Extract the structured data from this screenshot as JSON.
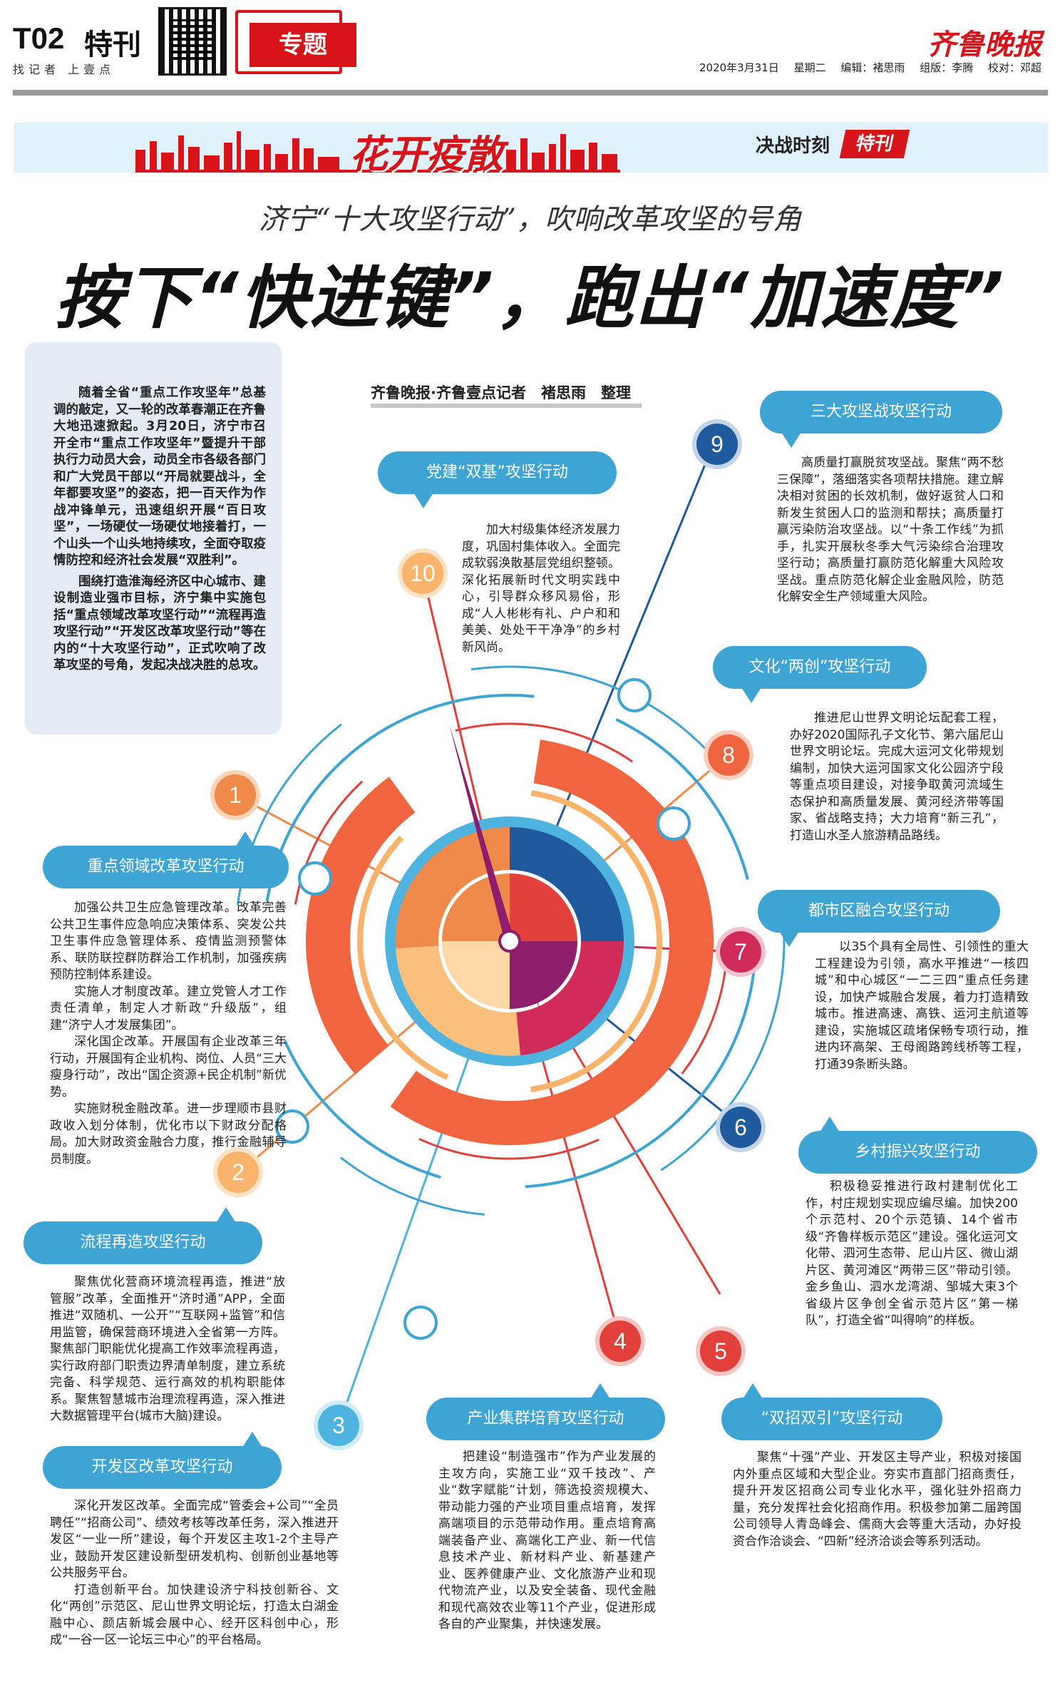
{
  "header": {
    "page_number": "T02",
    "section": "特刊",
    "slogan": "找记者 上壹点",
    "tag": "专题",
    "logo": "齐鲁晚报",
    "date": "2020年3月31日",
    "weekday": "星期二",
    "editor": "编辑：褚思雨",
    "layout": "组版：李腾",
    "proof": "校对：邓超"
  },
  "banner": {
    "title": "花开疫散",
    "right_text": "决战时刻",
    "badge": "特刊"
  },
  "subtitle": "济宁“十大攻坚行动”，吹响改革攻坚的号角",
  "main_title": "按下“快进键”，跑出“加速度”",
  "byline": "齐鲁晚报·齐鲁壹点记者　褚思雨　整理",
  "intro": {
    "p1": "随着全省“重点工作攻坚年”总基调的敲定，又一轮的改革春潮正在齐鲁大地迅速掀起。3月20日，济宁市召开全市“重点工作攻坚年”暨提升干部执行力动员大会，动员全市各级各部门和广大党员干部以“开局就要战斗，全年都要攻坚”的姿态，把一百天作为作战冲锋单元，迅速组织开展“百日攻坚”，一场硬仗一场硬仗地接着打，一个山头一个山头地持续攻，全面夺取疫情防控和经济社会发展“双胜利”。",
    "p2": "围绕打造淮海经济区中心城市、建设制造业强市目标，济宁集中实施包括“重点领域改革攻坚行动”“流程再造攻坚行动”“开发区改革攻坚行动”等在内的“十大攻坚行动”，正式吹响了改革攻坚的号角，发起决战决胜的总攻。"
  },
  "actions": [
    {
      "num": "1",
      "title": "重点领域改革攻坚行动",
      "p": [
        "加强公共卫生应急管理改革。改革完善公共卫生事件应急响应决策体系、突发公共卫生事件应急管理体系、疫情监测预警体系、联防联控群防群治工作机制，加强疾病预防控制体系建设。",
        "实施人才制度改革。建立党管人才工作责任清单，制定人才新政“升级版”，组建“济宁人才发展集团”。",
        "深化国企改革。开展国有企业改革三年行动，开展国有企业机构、岗位、人员“三大瘦身行动”，改出“国企资源+民企机制”新优势。",
        "实施财税金融改革。进一步理顺市县财政收入划分体制，优化市以下财政分配格局。加大财政资金融合力度，推行金融辅导员制度。"
      ]
    },
    {
      "num": "2",
      "title": "流程再造攻坚行动",
      "p": [
        "聚焦优化营商环境流程再造，推进“放管服”改革，全面推开“济时通”APP，全面推进“双随机、一公开”“互联网+监管”和信用监管，确保营商环境进入全省第一方阵。聚焦部门职能优化提高工作效率流程再造，实行政府部门职责边界清单制度，建立系统完备、科学规范、运行高效的机构职能体系。聚焦智慧城市治理流程再造，深入推进大数据管理平台(城市大脑)建设。"
      ]
    },
    {
      "num": "3",
      "title": "开发区改革攻坚行动",
      "p": [
        "深化开发区改革。全面完成“管委会+公司”“全员聘任”“招商公司”、绩效考核等改革任务，深入推进开发区“一业一所”建设，每个开发区主攻1-2个主导产业，鼓励开发区建设新型研发机构、创新创业基地等公共服务平台。",
        "打造创新平台。加快建设济宁科技创新谷、文化“两创”示范区、尼山世界文明论坛，打造太白湖金融中心、颜店新城会展中心、经开区科创中心，形成“一谷一区一论坛三中心”的平台格局。"
      ]
    },
    {
      "num": "4",
      "title": "产业集群培育攻坚行动",
      "p": [
        "把建设“制造强市”作为产业发展的主攻方向，实施工业“双千技改”、产业“数字赋能”计划，筛选投资规模大、带动能力强的产业项目重点培育，发挥高端项目的示范带动作用。重点培育高端装备产业、高端化工产业、新一代信息技术产业、新材料产业、新基建产业、医养健康产业、文化旅游产业和现代物流产业，以及安全装备、现代金融和现代高效农业等11个产业，促进形成各自的产业聚集，并快速发展。"
      ]
    },
    {
      "num": "5",
      "title": "“双招双引”攻坚行动",
      "p": [
        "聚焦“十强”产业、开发区主导产业，积极对接国内外重点区域和大型企业。夯实市直部门招商责任，提升开发区招商公司专业化水平，强化驻外招商力量，充分发挥社会化招商作用。积极参加第二届跨国公司领导人青岛峰会、儒商大会等重大活动，办好投资合作洽谈会、“四新”经济洽谈会等系列活动。"
      ]
    },
    {
      "num": "6",
      "title": "乡村振兴攻坚行动",
      "p": [
        "积极稳妥推进行政村建制优化工作，村庄规划实现应编尽编。加快200个示范村、20个示范镇、14个省市级“齐鲁样板示范区”建设。强化运河文化带、泗河生态带、尼山片区、微山湖片区、黄河滩区“两带三区”带动引领。金乡鱼山、泗水龙湾湖、邹城大束3个省级片区争创全省示范片区“第一梯队”，打造全省“叫得响”的样板。"
      ]
    },
    {
      "num": "7",
      "title": "都市区融合攻坚行动",
      "p": [
        "以35个具有全局性、引领性的重大工程建设为引领，高水平推进“一核四城”和中心城区“一二三四”重点任务建设，加快产城融合发展，着力打造精致城市。推进高速、高铁、运河主航道等建设，实施城区疏堵保畅专项行动，推进内环高架、王母阁路跨线桥等工程，打通39条断头路。"
      ]
    },
    {
      "num": "8",
      "title": "文化“两创”攻坚行动",
      "p": [
        "推进尼山世界文明论坛配套工程，办好2020国际孔子文化节、第六届尼山世界文明论坛。完成大运河文化带规划编制，加快大运河国家文化公园济宁段等重点项目建设，对接争取黄河流域生态保护和高质量发展、黄河经济带等国家、省战略支持；大力培育“新三孔”，打造山水圣人旅游精品路线。"
      ]
    },
    {
      "num": "9",
      "title": "三大攻坚战攻坚行动",
      "p": [
        "高质量打赢脱贫攻坚战。聚焦“两不愁三保障”，落细落实各项帮扶措施。建立解决相对贫困的长效机制，做好返贫人口和新发生贫困人口的监测和帮扶；高质量打赢污染防治攻坚战。以“十条工作线”为抓手，扎实开展秋冬季大气污染综合治理攻坚行动；高质量打赢防范化解重大风险攻坚战。重点防范化解企业金融风险，防范化解安全生产领域重大风险。"
      ]
    },
    {
      "num": "10",
      "title": "党建“双基”攻坚行动",
      "p": [
        "加大村级集体经济发展力度，巩固村集体收入。全面完成软弱涣散基层党组织整顿。深化拓展新时代文明实践中心，引导群众移风易俗，形成“人人彬彬有礼、户户和和美美、处处干干净净”的乡村新风尚。"
      ]
    }
  ],
  "colors": {
    "bubble_blue": "#3ea4d3",
    "orange": "#f08a4b",
    "red": "#e2403a",
    "crimson": "#d12b5a",
    "navy": "#1f5a9e",
    "sky": "#4fb3e0",
    "purple": "#8e1d6b",
    "brand_red": "#d7141a"
  }
}
